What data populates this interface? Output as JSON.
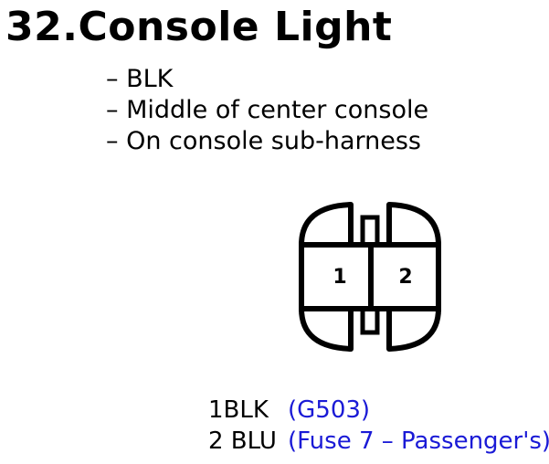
{
  "title": "32.Console Light",
  "details": [
    "– BLK",
    "– Middle of center console",
    "– On console sub-harness"
  ],
  "connector": {
    "pin_numbers": [
      "1",
      "2"
    ]
  },
  "pinout": [
    {
      "label": "1BLK",
      "note": "(G503)"
    },
    {
      "label": "2 BLU",
      "note": "(Fuse 7 – Passenger's)"
    }
  ],
  "colors": {
    "text": "#000000",
    "note": "#1a1ad6"
  }
}
